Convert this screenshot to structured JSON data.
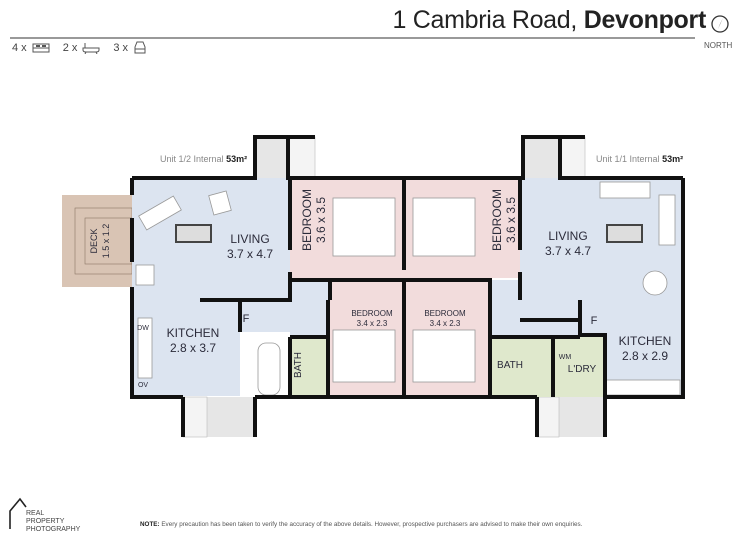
{
  "header": {
    "address_light": "1 Cambria Road,",
    "address_bold": "Devonport",
    "north_label": "NORTH"
  },
  "features": [
    {
      "count": "4 x",
      "icon": "bed-icon"
    },
    {
      "count": "2 x",
      "icon": "bath-icon"
    },
    {
      "count": "3 x",
      "icon": "car-icon"
    }
  ],
  "units": [
    {
      "label": "Unit 1/2 Internal",
      "area": "53m²"
    },
    {
      "label": "Unit 1/1 Internal",
      "area": "53m²"
    }
  ],
  "rooms": {
    "deck": {
      "name": "DECK",
      "size": "1.5 x 1.2"
    },
    "living_left": {
      "name": "LIVING",
      "size": "3.7 x 4.7"
    },
    "kitchen_left": {
      "name": "KITCHEN",
      "size": "2.8 x 3.7"
    },
    "bedroom_left_main": {
      "name": "BEDROOM",
      "size": "3.6 x 3.5"
    },
    "bedroom_left_small": {
      "name": "BEDROOM",
      "size": "3.4 x 2.3"
    },
    "bath_left": {
      "name": "BATH"
    },
    "bedroom_right_main": {
      "name": "BEDROOM",
      "size": "3.6 x 3.5"
    },
    "bedroom_right_small": {
      "name": "BEDROOM",
      "size": "3.4 x 2.3"
    },
    "living_right": {
      "name": "LIVING",
      "size": "3.7 x 4.7"
    },
    "kitchen_right": {
      "name": "KITCHEN",
      "size": "2.8 x 2.9"
    },
    "bath_right": {
      "name": "BATH"
    },
    "laundry_right": {
      "name": "L'DRY"
    }
  },
  "fixtures": {
    "fridge": "F",
    "dishwasher": "DW",
    "oven": "OV",
    "washing_machine": "WM"
  },
  "colors": {
    "living": "#dce4f0",
    "bedroom": "#f2dcdc",
    "wet": "#dfe8cc",
    "deck": "#d9c4b4",
    "porch": "#e6e6e6",
    "wall": "#111111"
  },
  "footer": {
    "logo_lines": [
      "REAL",
      "PROPERTY",
      "PHOTOGRAPHY"
    ],
    "note_label": "NOTE:",
    "note_text": "Every precaution has been taken to verify the accuracy of the above details. However, prospective purchasers are advised to make their own enquiries."
  }
}
